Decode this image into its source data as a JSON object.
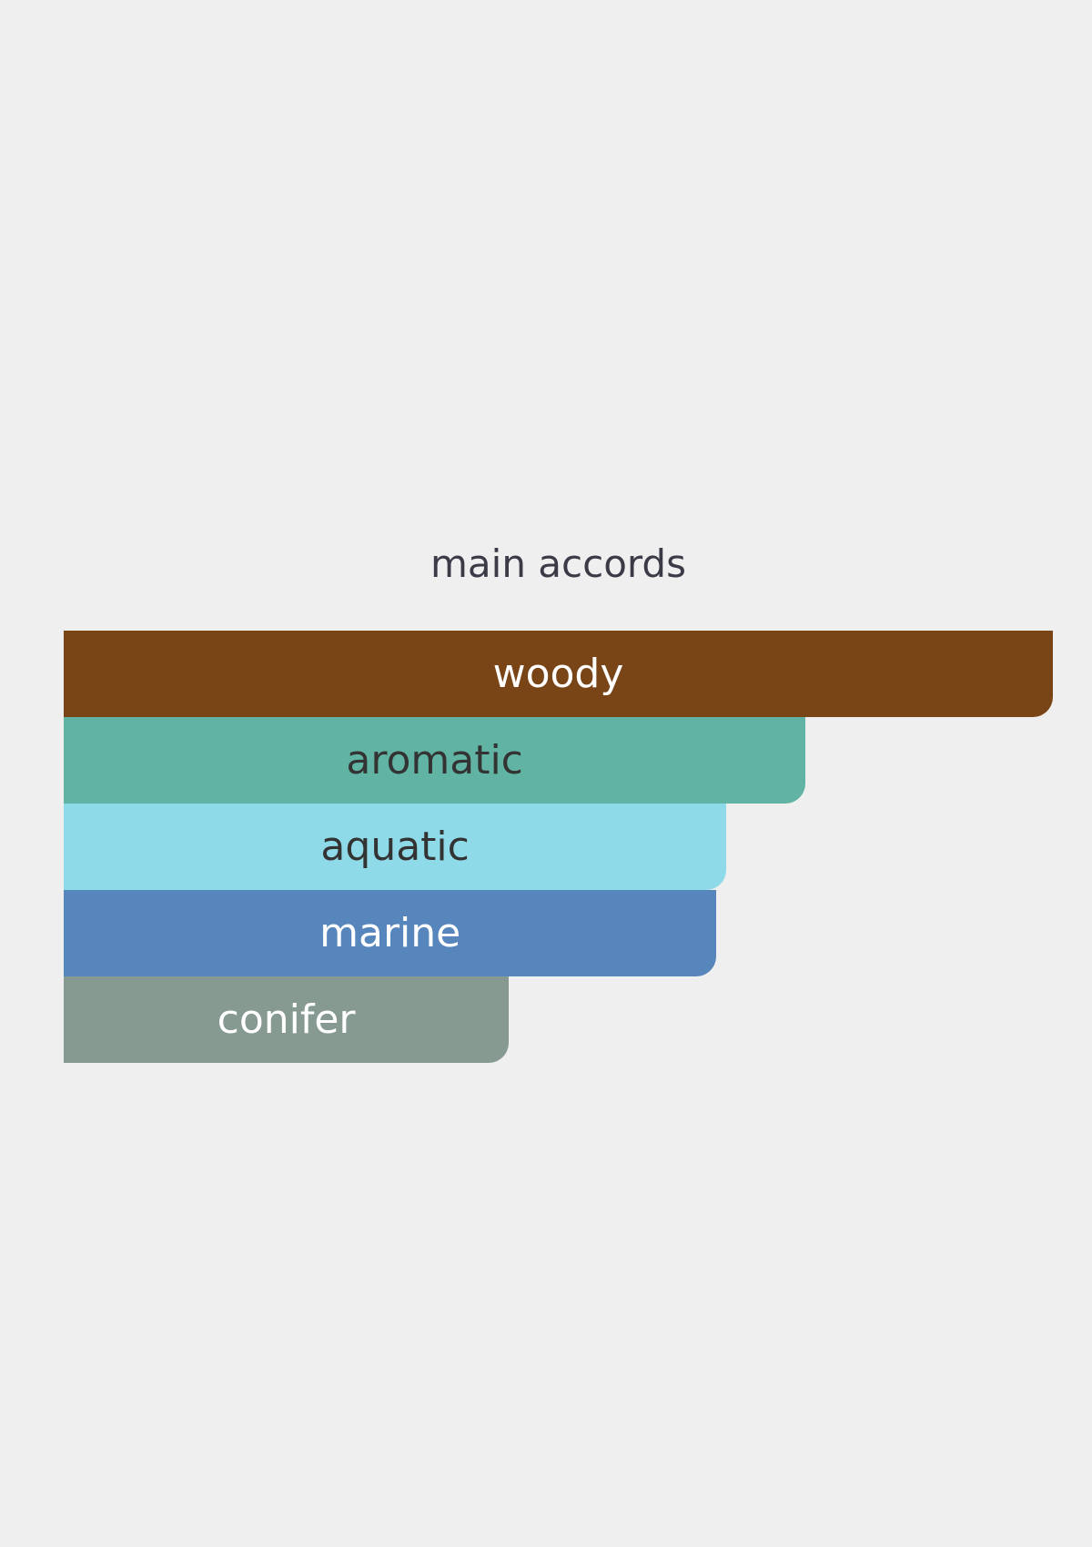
{
  "chart_data": {
    "type": "bar",
    "orientation": "horizontal",
    "title": "main accords",
    "categories": [
      "woody",
      "aromatic",
      "aquatic",
      "marine",
      "conifer"
    ],
    "values": [
      100,
      75,
      67,
      66,
      45
    ],
    "xlim": [
      0,
      100
    ],
    "bar_colors": [
      "#7a4516",
      "#61b4a3",
      "#8fdae8",
      "#5686bb",
      "#869a92"
    ],
    "label_colors": [
      "#ffffff",
      "#333333",
      "#333333",
      "#ffffff",
      "#ffffff"
    ],
    "grid": false,
    "legend": "none"
  }
}
